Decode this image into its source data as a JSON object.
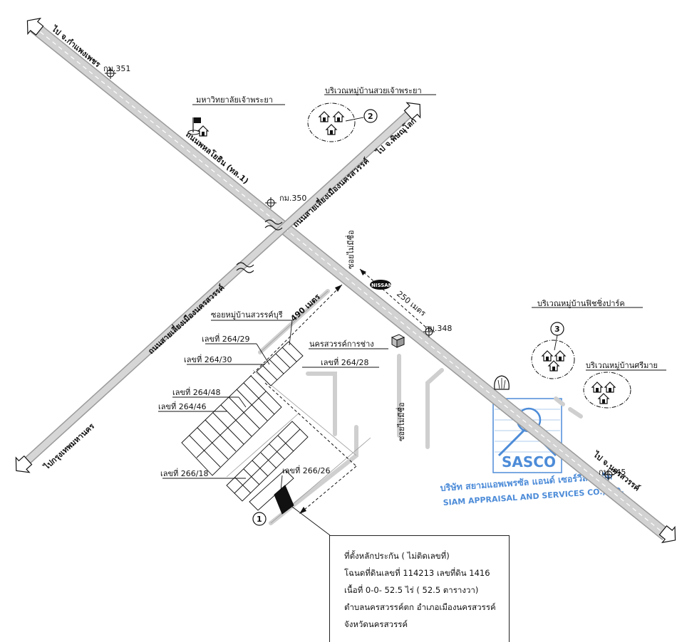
{
  "map": {
    "highway": {
      "direction_nw": "ไป จ.กำแพงเพชร",
      "direction_se": "ไป จ.นครสวรรค์",
      "name": "ถนนพหลโยธิน (ทล.1)"
    },
    "bypass_road": {
      "name_north": "ถนนสายเลี่ยงเมืองนครสวรรค์",
      "name_south": "ถนนสายเลี่ยงเมืองนครสวรรค์",
      "direction_ne": "ไป จ.พิษณุโลก",
      "direction_sw": "ไปกรุงเทพมหานคร"
    },
    "km_markers": [
      "กม.351",
      "กม.350",
      "กม.348",
      "กม.345"
    ],
    "landmarks": {
      "university": "มหาวิทยาลัยเจ้าพระยา",
      "village_1": "บริเวณหมู่บ้านสวยเจ้าพระยา",
      "village_2": "บริเวณหมู่บ้านฟิชชิ่งปาร์ค",
      "village_3": "บริเวณหมู่บ้านศรีมาย",
      "shop": "นครสวรรค์การช่าง",
      "nissan_logo": "NISSAN",
      "soi_village": "ซอยหมู่บ้านสวรรค์บุรี",
      "soi_no_name_1": "ซอยไม่มีชื่อ",
      "soi_no_name_2": "ซอยไม่มีชื่อ"
    },
    "markers": [
      "1",
      "2",
      "3"
    ],
    "distances": {
      "soi_village": "490 เมตร",
      "nissan": "250 เมตร"
    },
    "plots": [
      "เลขที่ 264/29",
      "เลขที่ 264/30",
      "เลขที่ 264/28",
      "เลขที่ 264/48",
      "เลขที่ 264/46",
      "เลขที่ 266/18",
      "เลขที่ 266/26"
    ]
  },
  "info_box": {
    "line1": "ที่ตั้งหลักประกัน ( ไม่ติดเลขที่)",
    "line2": "โฉนดที่ดินเลขที่ 114213 เลขที่ดิน 1416",
    "line3": "เนื้อที่ 0-0- 52.5  ไร่ (  52.5  ตารางวา)",
    "line4": "ตำบลนครสวรรค์ตก  อำเภอเมืองนครสวรรค์",
    "line5": "จังหวัดนครสวรรค์"
  },
  "stamp": {
    "brand": "SASCO",
    "thai_name": "บริษัท สยามแอพเพรซัล แอนด์ เซอร์วิส จำกัด",
    "english_name": "SIAM APPRAISAL AND SERVICES CO.,LTD."
  },
  "colors": {
    "road": "#d0d0d0",
    "road_edge": "#9a9a9a",
    "stamp": "#2e78d2",
    "ink": "#111111"
  }
}
